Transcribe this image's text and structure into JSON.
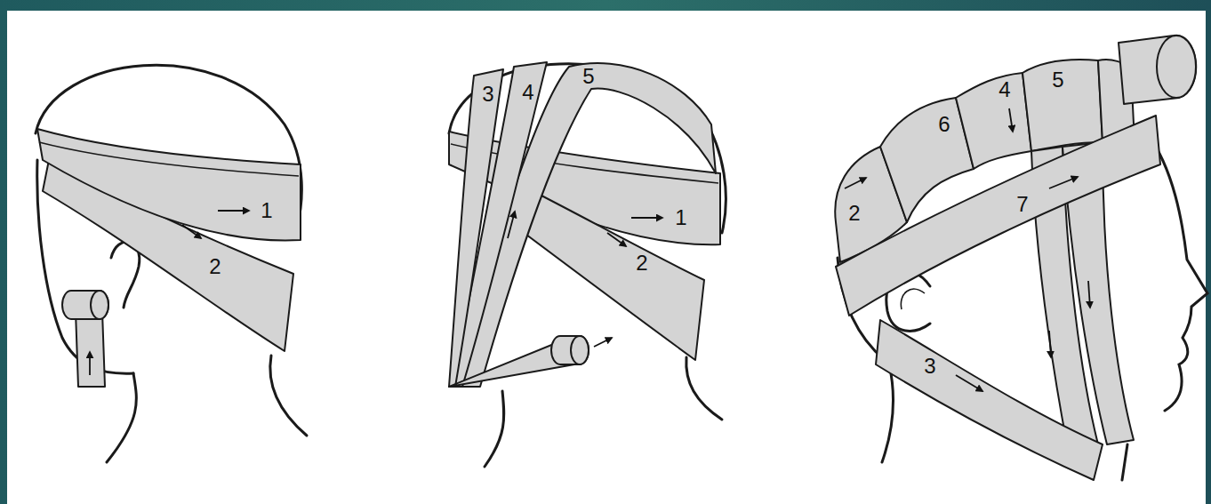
{
  "diagram": {
    "labels": [
      "1",
      "2",
      "3",
      "4",
      "5",
      "1",
      "2",
      "6",
      "4",
      "5",
      "2",
      "7",
      "3"
    ]
  }
}
